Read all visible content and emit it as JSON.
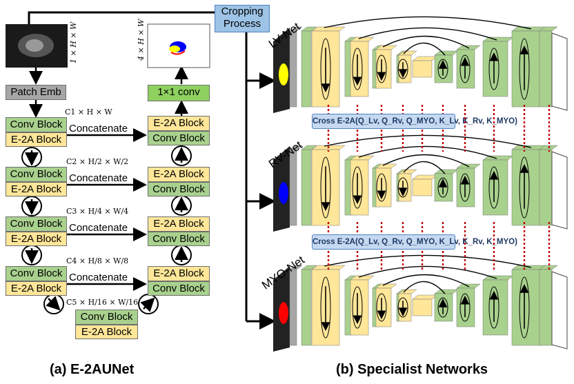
{
  "left_panel": {
    "patch_emb": "Patch Emb",
    "conv1x1": "1×1 conv",
    "input_dim": "1 × H × W",
    "output_dim": "4 × H × W",
    "encoder": [
      {
        "conv": "Conv Block",
        "e2a": "E-2A Block",
        "dim": "C1 × H × W"
      },
      {
        "conv": "Conv Block",
        "e2a": "E-2A Block",
        "dim": "C2 × H/2 × W/2"
      },
      {
        "conv": "Conv Block",
        "e2a": "E-2A Block",
        "dim": "C3 × H/4 × W/4"
      },
      {
        "conv": "Conv Block",
        "e2a": "E-2A Block",
        "dim": "C4 × H/8 × W/8"
      }
    ],
    "bottleneck": {
      "conv": "Conv Block",
      "e2a": "E-2A Block",
      "dim": "C5 × H/16 × W/16"
    },
    "decoder": [
      {
        "e2a": "E-2A Block",
        "conv": "Conv Block"
      },
      {
        "e2a": "E-2A Block",
        "conv": "Conv Block"
      },
      {
        "e2a": "E-2A Block",
        "conv": "Conv Block"
      },
      {
        "e2a": "E-2A Block",
        "conv": "Conv Block"
      }
    ],
    "concat_label": "Concatenate",
    "caption": "(a) E-2AUNet"
  },
  "right_panel": {
    "cropping": [
      "Cropping",
      "Process"
    ],
    "nets": [
      "LV-Net",
      "RV-Net",
      "MYO-Net"
    ],
    "cross": "Cross E-2A(Q_Lv, Q_Rv, Q_MYO, K_Lv, K_Rv, K_MYO)",
    "caption": "(b) Specialist Networks"
  },
  "colors": {
    "conv": "#a9d18e",
    "e2a": "#ffe699",
    "gray": "#a6a6a6",
    "crop": "#9dc3e6",
    "dotted": "#c00000",
    "lv": "#ffff00",
    "rv": "#0000ff",
    "myo": "#ff0000"
  }
}
